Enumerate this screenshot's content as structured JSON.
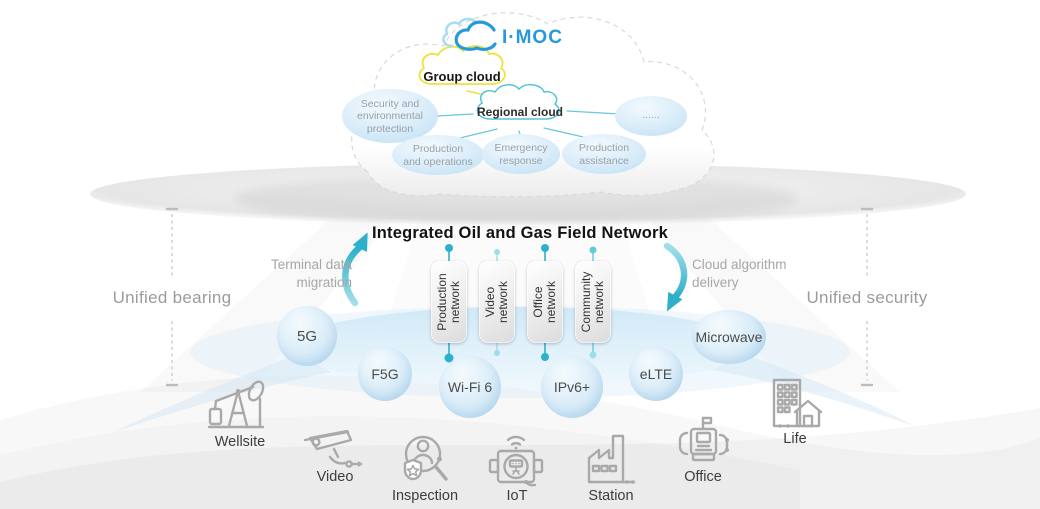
{
  "colors": {
    "teal": "#2cb2cc",
    "teal_light": "#9edde9",
    "yellow": "#ece43b",
    "logo_blue": "#2898dc",
    "logo_light_blue": "#a8dbf4",
    "bubble_blue": "#cfe7f6",
    "icon_gray": "#a9a9a9",
    "text_gray": "#9b9b9b"
  },
  "cloud": {
    "logo": "I·MOC",
    "group_cloud": "Group cloud",
    "regional_cloud": "Regional cloud",
    "bubbles": [
      {
        "label": "Security and\nenvironmental\nprotection"
      },
      {
        "label": "Production\nand operations"
      },
      {
        "label": "Emergency\nresponse"
      },
      {
        "label": "Production\nassistance"
      },
      {
        "label": "......"
      }
    ]
  },
  "title": "Integrated Oil and Gas Field Network",
  "flow_labels": {
    "left": "Terminal data\nmigration",
    "right": "Cloud algorithm\ndelivery"
  },
  "side_labels": {
    "left": "Unified bearing",
    "right": "Unified security"
  },
  "networks": [
    {
      "label": "Production\nnetwork"
    },
    {
      "label": "Video\nnetwork"
    },
    {
      "label": "Office\nnetwork"
    },
    {
      "label": "Community\nnetwork"
    }
  ],
  "access": [
    {
      "label": "5G"
    },
    {
      "label": "F5G"
    },
    {
      "label": "Wi-Fi 6"
    },
    {
      "label": "IPv6+"
    },
    {
      "label": "eLTE"
    },
    {
      "label": "Microwave"
    }
  ],
  "sites": [
    {
      "label": "Wellsite",
      "icon": "pumpjack-icon"
    },
    {
      "label": "Video",
      "icon": "cctv-camera-icon"
    },
    {
      "label": "Inspection",
      "icon": "person-shield-magnifier-icon"
    },
    {
      "label": "IoT",
      "icon": "smart-meter-icon"
    },
    {
      "label": "Station",
      "icon": "factory-icon"
    },
    {
      "label": "Office",
      "icon": "office-building-flag-icon"
    },
    {
      "label": "Life",
      "icon": "residential-buildings-icon"
    }
  ]
}
